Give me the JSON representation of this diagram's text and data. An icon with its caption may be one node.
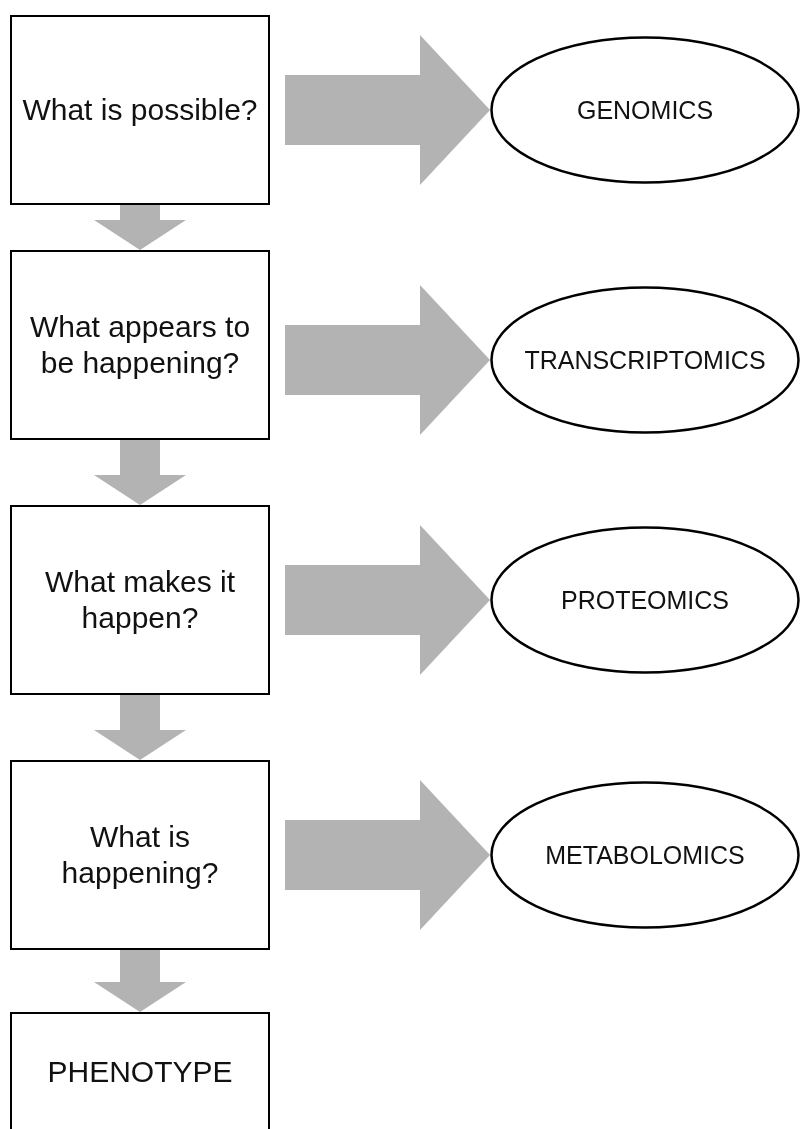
{
  "diagram": {
    "nodes": [
      {
        "text": [
          "What is possible?"
        ]
      },
      {
        "text": [
          "GENOMICS"
        ]
      },
      {
        "text": [
          "What appears to be happening?"
        ]
      },
      {
        "text": [
          "TRANSCRIPTOMICS"
        ]
      },
      {
        "text": [
          "What makes it happen?"
        ]
      },
      {
        "text": [
          "PROTEOMICS"
        ]
      },
      {
        "text": [
          "What is happening?"
        ]
      },
      {
        "text": [
          "METABOLOMICS"
        ]
      },
      {
        "text": [
          "PHENOTYPE"
        ]
      }
    ],
    "edges": [
      {
        "from": 0,
        "to": 1,
        "arrow": "to"
      },
      {
        "from": 0,
        "to": 2,
        "arrow": "to"
      },
      {
        "from": 2,
        "to": 3,
        "arrow": "to"
      },
      {
        "from": 2,
        "to": 4,
        "arrow": "to"
      },
      {
        "from": 4,
        "to": 5,
        "arrow": "to"
      },
      {
        "from": 4,
        "to": 6,
        "arrow": "to"
      },
      {
        "from": 6,
        "to": 7,
        "arrow": "to"
      },
      {
        "from": 6,
        "to": 8,
        "arrow": "to"
      }
    ]
  }
}
